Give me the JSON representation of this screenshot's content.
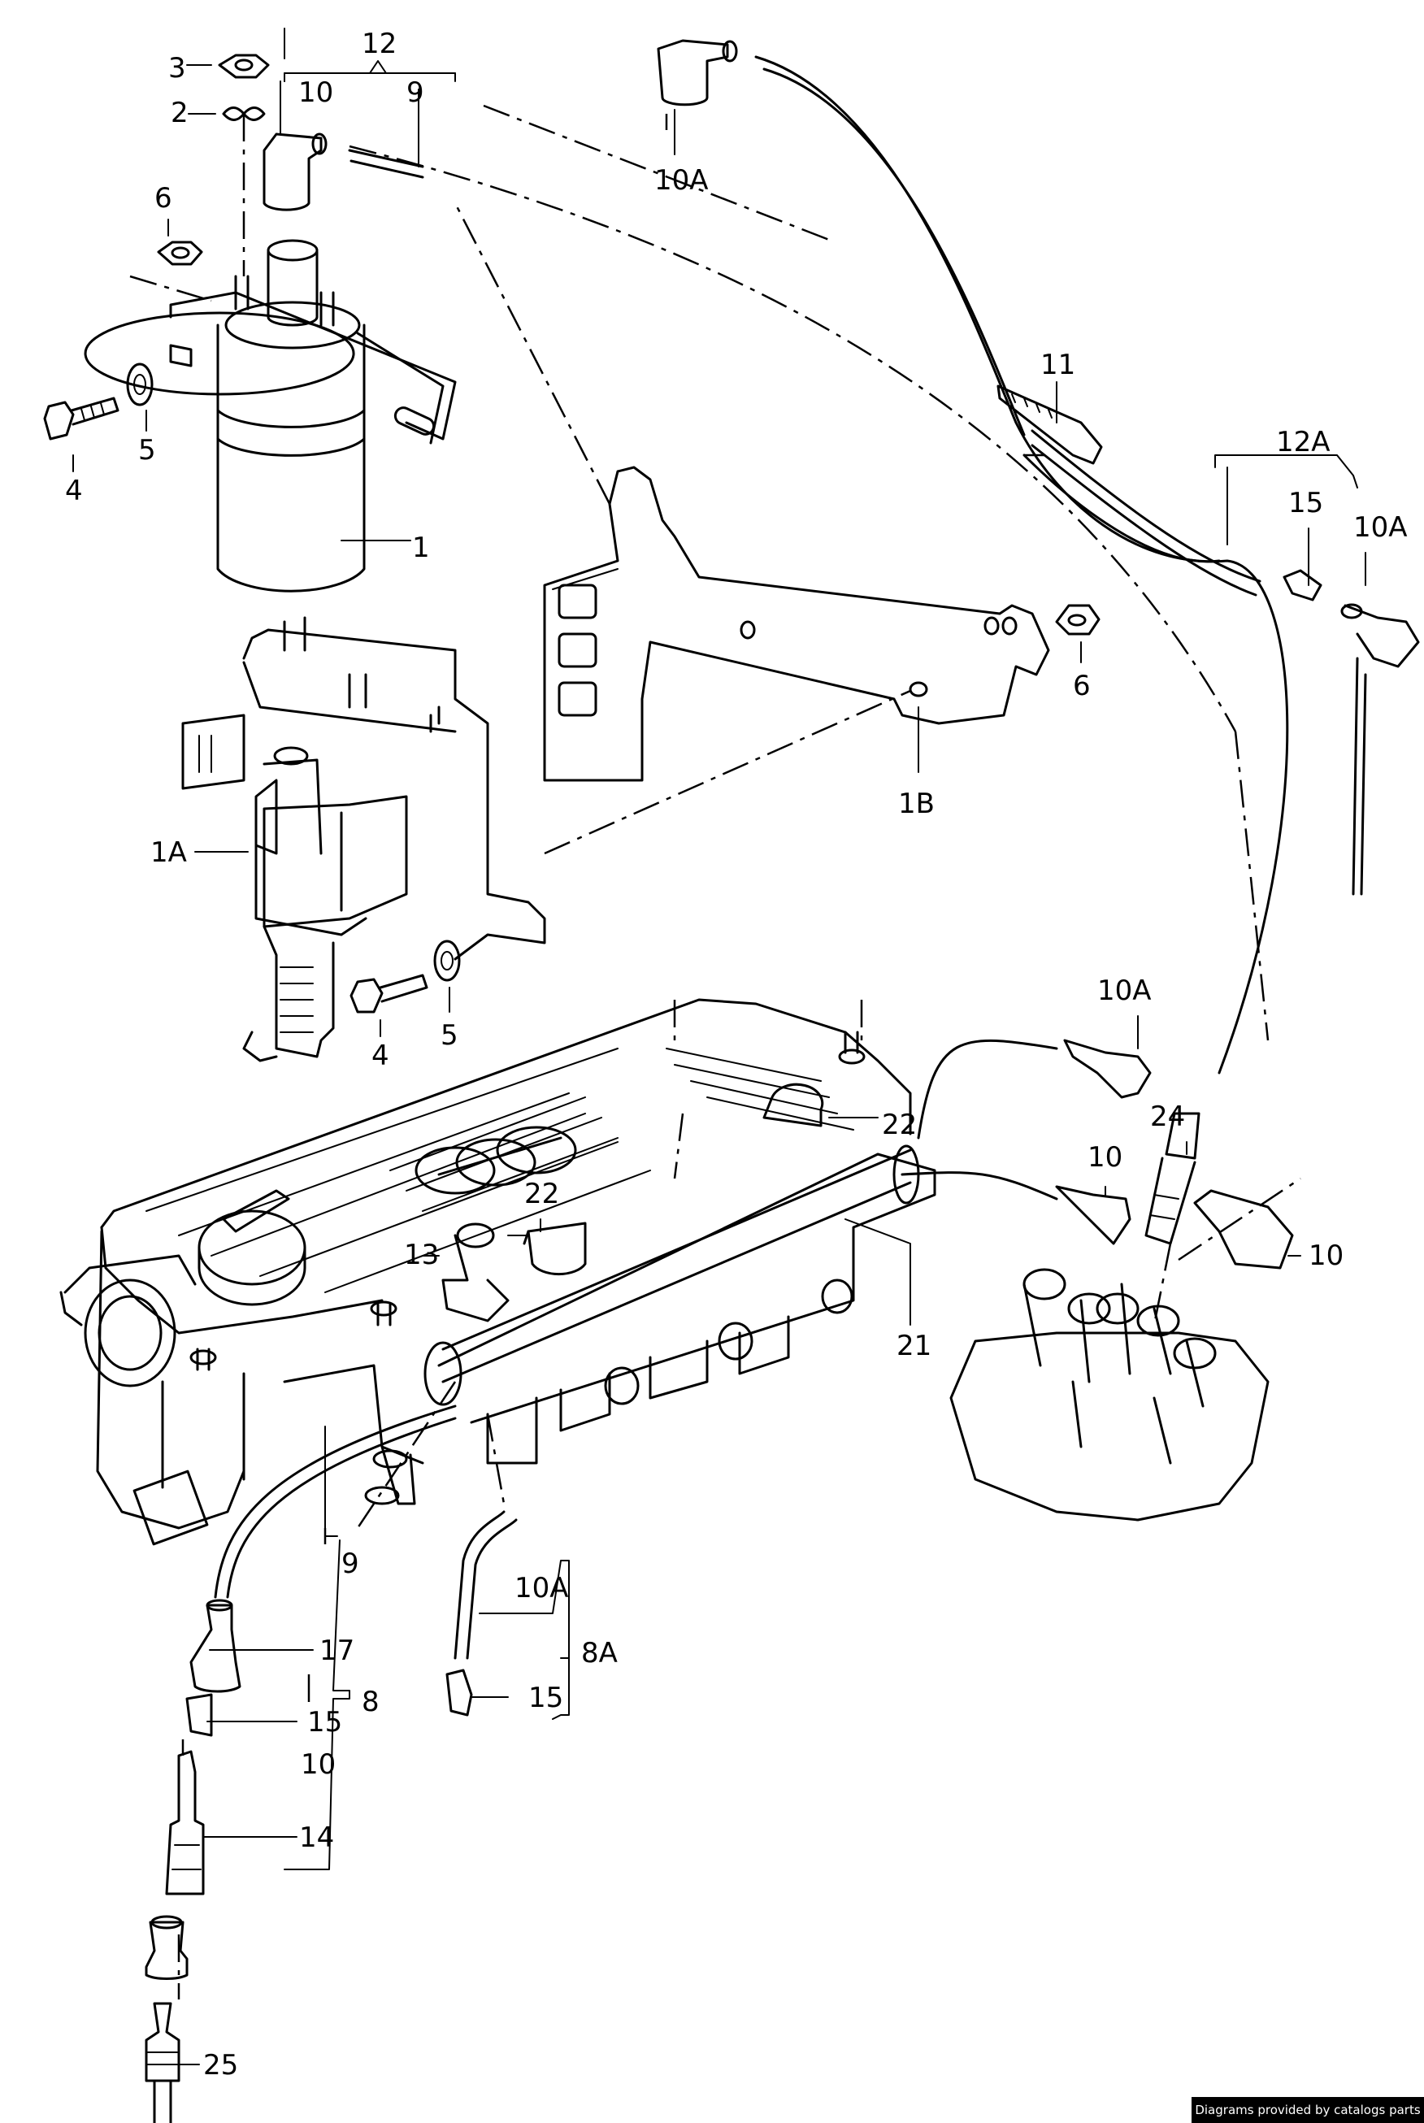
{
  "diagram": {
    "labels": [
      {
        "id": "l1",
        "text": "1"
      },
      {
        "id": "l1A",
        "text": "1A"
      },
      {
        "id": "l1B",
        "text": "1B"
      },
      {
        "id": "l2",
        "text": "2"
      },
      {
        "id": "l3",
        "text": "3"
      },
      {
        "id": "l4a",
        "text": "4"
      },
      {
        "id": "l4b",
        "text": "4"
      },
      {
        "id": "l5a",
        "text": "5"
      },
      {
        "id": "l5b",
        "text": "5"
      },
      {
        "id": "l6a",
        "text": "6"
      },
      {
        "id": "l6b",
        "text": "6"
      },
      {
        "id": "l8",
        "text": "8"
      },
      {
        "id": "l8A",
        "text": "8A"
      },
      {
        "id": "l9a",
        "text": "9"
      },
      {
        "id": "l9b",
        "text": "9"
      },
      {
        "id": "l10a",
        "text": "10"
      },
      {
        "id": "l10b",
        "text": "10"
      },
      {
        "id": "l10c",
        "text": "10"
      },
      {
        "id": "l10d",
        "text": "10"
      },
      {
        "id": "l10Aa",
        "text": "10A"
      },
      {
        "id": "l10Ab",
        "text": "10A"
      },
      {
        "id": "l10Ac",
        "text": "10A"
      },
      {
        "id": "l10Ad",
        "text": "10A"
      },
      {
        "id": "l11",
        "text": "11"
      },
      {
        "id": "l12",
        "text": "12"
      },
      {
        "id": "l12A",
        "text": "12A"
      },
      {
        "id": "l13",
        "text": "13"
      },
      {
        "id": "l14",
        "text": "14"
      },
      {
        "id": "l15a",
        "text": "15"
      },
      {
        "id": "l15b",
        "text": "15"
      },
      {
        "id": "l15c",
        "text": "15"
      },
      {
        "id": "l17",
        "text": "17"
      },
      {
        "id": "l21",
        "text": "21"
      },
      {
        "id": "l22a",
        "text": "22"
      },
      {
        "id": "l22b",
        "text": "22"
      },
      {
        "id": "l24",
        "text": "24"
      },
      {
        "id": "l25",
        "text": "25"
      }
    ]
  },
  "footer": {
    "credit": "Diagrams provided by catalogs parts"
  }
}
